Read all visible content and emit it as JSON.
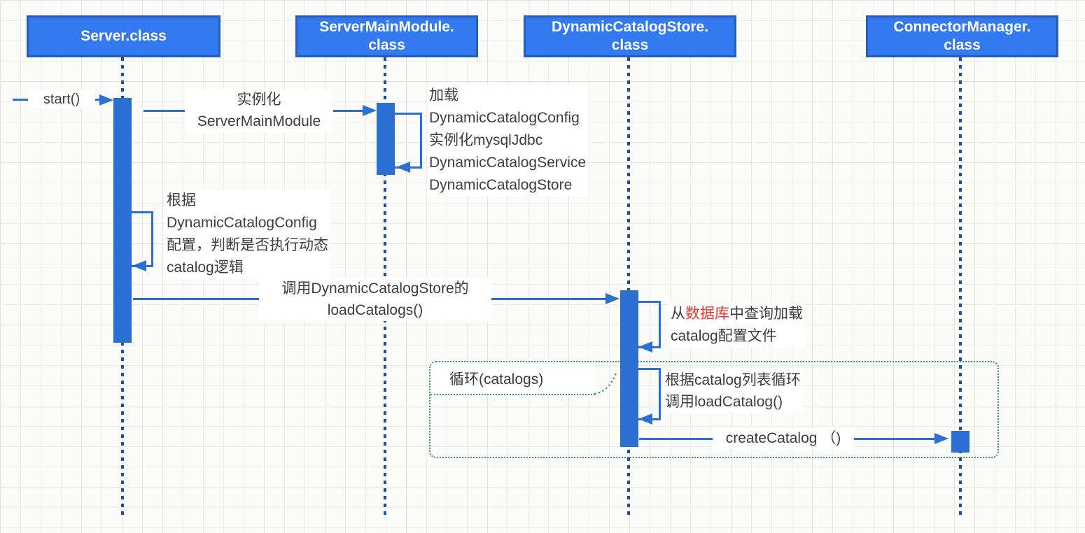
{
  "diagram_title": "Dynamic catalog loading sequence diagram",
  "colors": {
    "header_fill": "#3379f0",
    "header_border": "#2760b0",
    "bar_fill": "#2b6fd3",
    "line_blue": "#2b6fd3",
    "lifeline_navy": "#1e4f9d",
    "loop_green": "#2f9e52",
    "text_dark": "#3d3d3d",
    "highlight_red": "#e23b2c",
    "canvas_bg": "#fbfbfa",
    "grid_minor": "#ededed",
    "grid_major": "#e3e3e3"
  },
  "actors": {
    "server": {
      "lines": [
        "Server.class",
        ""
      ]
    },
    "server_main_module": {
      "lines": [
        "ServerMainModule.",
        "class"
      ]
    },
    "dynamic_catalog_store": {
      "lines": [
        "DynamicCatalogStore.",
        "class"
      ]
    },
    "connector_manager": {
      "lines": [
        "ConnectorManager.",
        "class"
      ]
    }
  },
  "messages": {
    "start": {
      "label": "start()"
    },
    "instantiate": {
      "lines": [
        "实例化",
        "ServerMainModule"
      ]
    },
    "load_modules": {
      "lines": [
        "加载",
        "DynamicCatalogConfig",
        "实例化mysqlJdbc",
        "DynamicCatalogService",
        "DynamicCatalogStore"
      ]
    },
    "check_config": {
      "lines": [
        "根据",
        "DynamicCatalogConfig",
        "配置，判断是否执行动态",
        "catalog逻辑"
      ]
    },
    "call_load_catalogs": {
      "lines": [
        "调用DynamicCatalogStore的",
        "loadCatalogs()"
      ]
    },
    "query_db": {
      "prefix": "从",
      "highlight": "数据库",
      "suffix": "中查询加载",
      "line2": "catalog配置文件"
    },
    "loop": {
      "label": "循环(catalogs)"
    },
    "loop_body": {
      "lines": [
        "根据catalog列表循环",
        "调用loadCatalog()"
      ]
    },
    "create_catalog": {
      "label": "createCatalog （)"
    }
  }
}
